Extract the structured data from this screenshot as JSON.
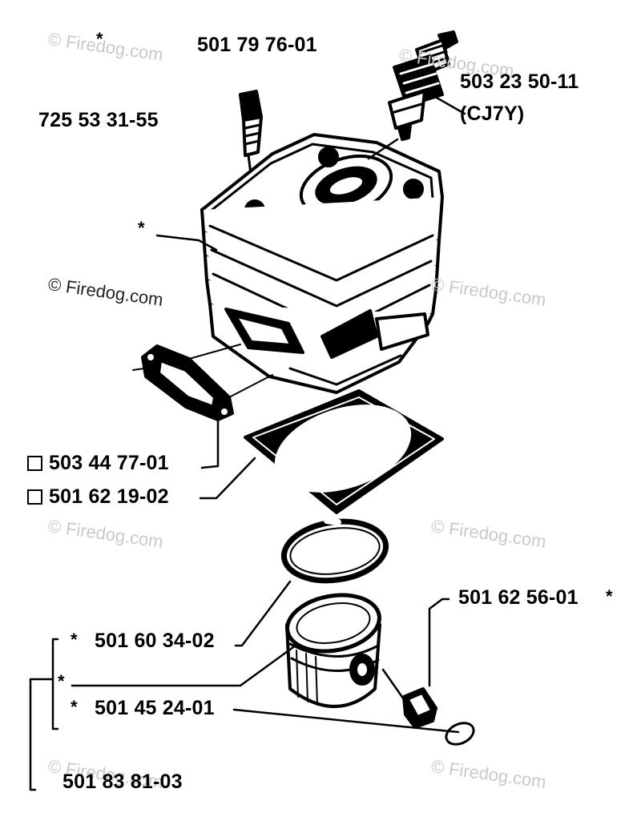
{
  "parts": {
    "cylinder_top": "501 79 76-01",
    "screw": "725 53 31-55",
    "spark_plug": "503 23 50-11",
    "spark_plug_type": "(CJ7Y)",
    "intake_gasket": "503 44 77-01",
    "base_gasket": "501 62 19-02",
    "piston_pin_clip": "501 62 56-01",
    "piston_ring": "501 60 34-02",
    "piston_pin": "501 45 24-01",
    "piston_kit": "501 83 81-03"
  },
  "marks": {
    "asterisk": "*"
  },
  "watermark": {
    "text": "© Firedog.com"
  },
  "colors": {
    "ink": "#000000",
    "watermark": "#c9c9c9"
  }
}
